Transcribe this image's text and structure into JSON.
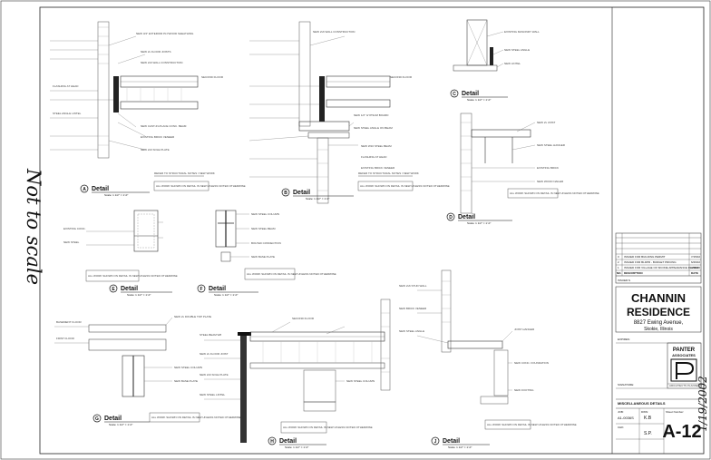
{
  "stamp": {
    "text": "Not to scale"
  },
  "date_vertical": "1/19/2002",
  "details": [
    {
      "letter": "A",
      "title": "Detail",
      "scale": "Scale: 1 1/2\" = 1'-0\""
    },
    {
      "letter": "B",
      "title": "Detail",
      "scale": "Scale: 1 1/2\" = 1'-0\""
    },
    {
      "letter": "C",
      "title": "Detail",
      "scale": "Scale: 1 1/2\" = 1'-0\""
    },
    {
      "letter": "D",
      "title": "Detail",
      "scale": "Scale: 1 1/2\" = 1'-0\""
    },
    {
      "letter": "E",
      "title": "Detail",
      "scale": "Scale: 1 1/2\" = 1'-0\""
    },
    {
      "letter": "F",
      "title": "Detail",
      "scale": "Scale: 1 1/2\" = 1'-0\""
    },
    {
      "letter": "G",
      "title": "Detail",
      "scale": "Scale: 1 1/2\" = 1'-0\""
    },
    {
      "letter": "H",
      "title": "Detail",
      "scale": "Scale: 1 1/2\" = 1'-0\""
    },
    {
      "letter": "J",
      "title": "Detail",
      "scale": "Scale: 1 1/2\" = 1'-0\""
    }
  ],
  "revisions": {
    "rows": [
      {
        "no": "3",
        "desc": "ISSUED FOR BUILDING PERMIT",
        "date": "7/15/02"
      },
      {
        "no": "2",
        "desc": "ISSUED FOR BLDPR - BUDGET PRICING",
        "date": "6/26/02"
      },
      {
        "no": "1",
        "desc": "ISSUED FOR VILLAGE OF SKOKIE APPEARANCE REVIEW",
        "date": "3/05/02"
      }
    ],
    "header": {
      "no": "NO.",
      "desc": "DESCRIPTION",
      "date": "DATE"
    },
    "issued_label": "ISSUED:S"
  },
  "project": {
    "name_line1": "CHANNIN",
    "name_line2": "RESIDENCE",
    "address_line1": "8827 Ewing Avenue,",
    "address_line2": "Skokie, Illinois"
  },
  "firm": {
    "line1": "PANTER",
    "line2": "ASSOCIATES"
  },
  "sheet": {
    "title": "MISCELLANEOUS DETAILS",
    "sheet_number_label": "Sheet Number:",
    "sheet_number": "A-12",
    "job_label": "JOB:",
    "job": "A1-0036S",
    "dwn_label": "DWN:",
    "dwn": "K.B",
    "chk_label": "CHK:",
    "chk": "S.P."
  },
  "labels": {
    "second_floor": "SECOND FLOOR",
    "first_floor": "FIRST FLOOR",
    "basement_floor": "BASEMENT FLOOR",
    "refer_structural": "REFER TO STRUCTURAL NOTES / NEW WORK",
    "all_work_shown": "ALL WORK SHOWN ON DETAIL IS NEW UNLESS NOTED OTHERWISE"
  }
}
